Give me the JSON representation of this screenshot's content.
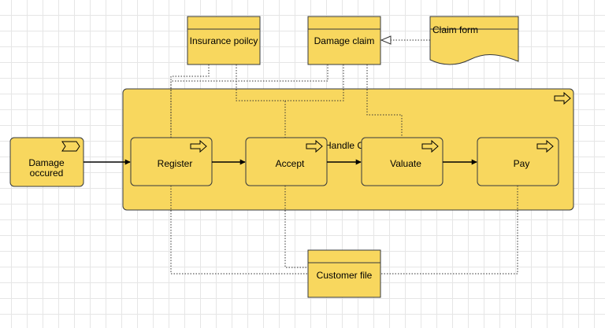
{
  "colors": {
    "fill": "#f8d75e",
    "stroke": "#36393d",
    "text": "#000000"
  },
  "event": {
    "label_line1": "Damage",
    "label_line2": "occured",
    "icon": "event-icon"
  },
  "container": {
    "label": "Handle C",
    "icon": "process-arrow-icon"
  },
  "processes": {
    "register": {
      "label": "Register",
      "icon": "process-arrow-icon"
    },
    "accept": {
      "label": "Accept",
      "icon": "process-arrow-icon"
    },
    "valuate": {
      "label": "Valuate",
      "icon": "process-arrow-icon"
    },
    "pay": {
      "label": "Pay",
      "icon": "process-arrow-icon"
    }
  },
  "objects": {
    "insurance_policy": {
      "label": "Insurance poilcy"
    },
    "damage_claim": {
      "label": "Damage claim"
    },
    "customer_file": {
      "label": "Customer file"
    }
  },
  "representation": {
    "claim_form": {
      "label": "Claim form"
    }
  }
}
